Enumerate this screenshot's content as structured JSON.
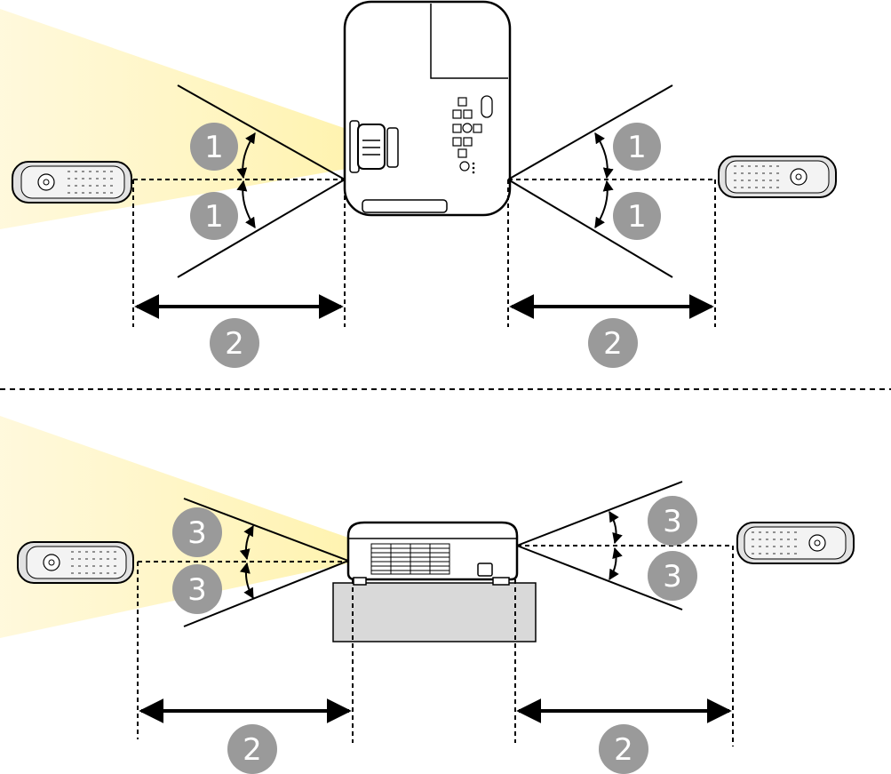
{
  "callouts": {
    "angle_top": "1",
    "distance": "2",
    "angle_side": "3"
  },
  "colors": {
    "callout_fill": "#9a9a9a",
    "beam": "#fff3b0",
    "line": "#000000",
    "table": "#d9d9d9"
  },
  "views": [
    {
      "name": "top-view",
      "icon": "projector-top-icon"
    },
    {
      "name": "side-view",
      "icon": "projector-side-icon"
    }
  ]
}
